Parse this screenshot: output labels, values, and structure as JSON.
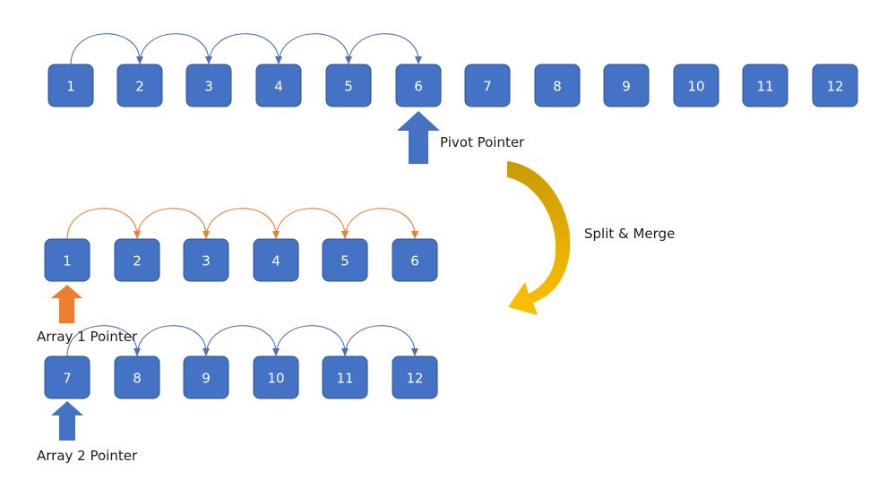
{
  "colors": {
    "box_fill": "#4472c4",
    "box_stroke": "#2f528f",
    "blue_arc": "#4a72b8",
    "orange_arc": "#ed7d31",
    "orange_pointer": "#ed7d31",
    "blue_pointer": "#4472c4",
    "gold_arrow_dark": "#c99a06",
    "gold_arrow_light": "#ffc000"
  },
  "rows": {
    "full_array": [
      "1",
      "2",
      "3",
      "4",
      "5",
      "6",
      "7",
      "8",
      "9",
      "10",
      "11",
      "12"
    ],
    "array1": [
      "1",
      "2",
      "3",
      "4",
      "5",
      "6"
    ],
    "array2": [
      "7",
      "8",
      "9",
      "10",
      "11",
      "12"
    ]
  },
  "labels": {
    "pivot_pointer": "Pivot Pointer",
    "split_merge": "Split & Merge",
    "array1_pointer": "Array 1 Pointer",
    "array2_pointer": "Array 2 Pointer"
  }
}
